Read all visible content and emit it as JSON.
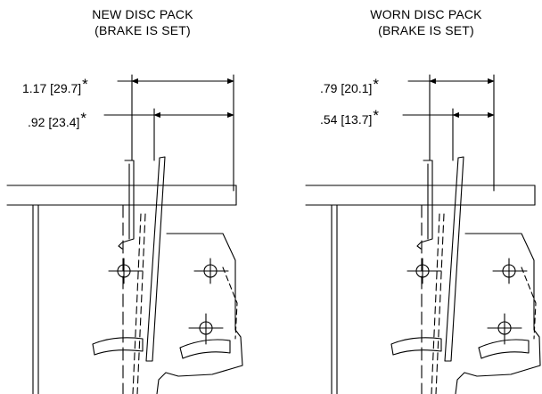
{
  "left_panel": {
    "title_line1": "NEW DISC PACK",
    "title_line2": "(BRAKE IS SET)",
    "dim_outer": {
      "value": "1.17 [29.7]",
      "mark": "*"
    },
    "dim_inner": {
      "value": ".92 [23.4]",
      "mark": "*"
    }
  },
  "right_panel": {
    "title_line1": "WORN DISC PACK",
    "title_line2": "(BRAKE IS SET)",
    "dim_outer": {
      "value": ".79 [20.1]",
      "mark": "*"
    },
    "dim_inner": {
      "value": ".54 [13.7]",
      "mark": "*"
    }
  }
}
